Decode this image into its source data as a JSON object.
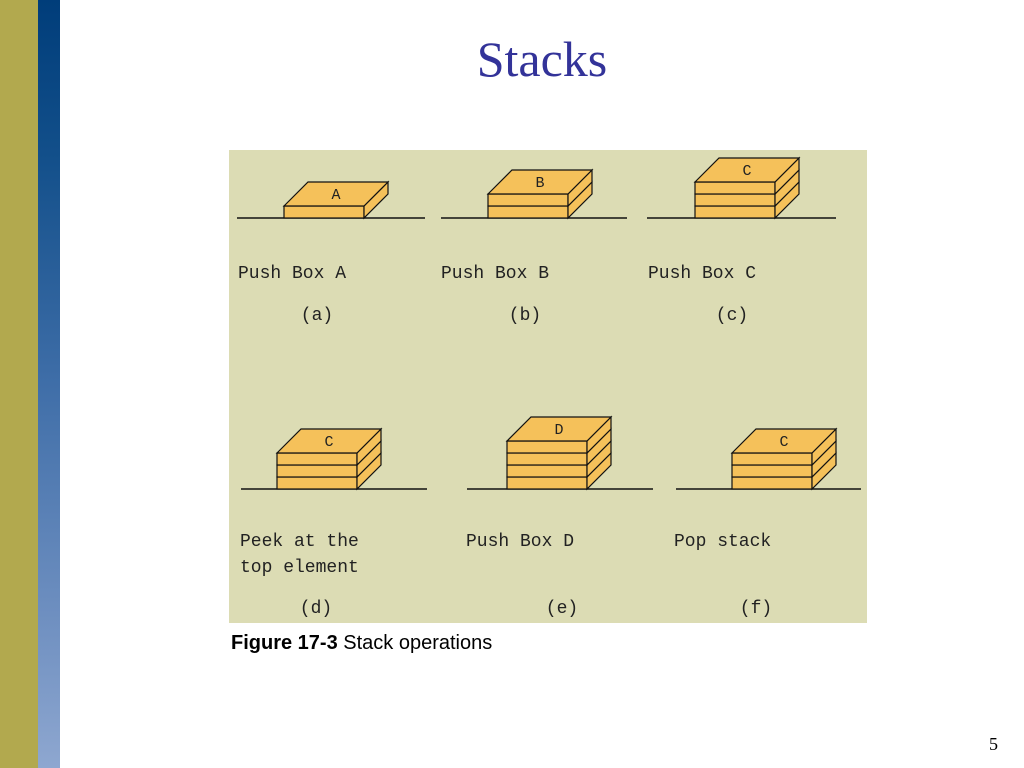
{
  "slide": {
    "title": "Stacks",
    "page_number": "5",
    "colors": {
      "title": "#333399",
      "box_fill": "#f5c15a",
      "figure_bg": "#dcdcb4",
      "olive": "#b2a94e",
      "blue": "#1a4f8f"
    }
  },
  "figure": {
    "caption_bold": "Figure 17-3",
    "caption_text": " Stack operations",
    "panels": [
      {
        "tag": "(a)",
        "caption": [
          "Push Box A"
        ],
        "top_label": "A",
        "boxes": 1
      },
      {
        "tag": "(b)",
        "caption": [
          "Push Box B"
        ],
        "top_label": "B",
        "boxes": 2
      },
      {
        "tag": "(c)",
        "caption": [
          "Push Box C"
        ],
        "top_label": "C",
        "boxes": 3
      },
      {
        "tag": "(d)",
        "caption": [
          "Peek at the",
          "top element"
        ],
        "top_label": "C",
        "boxes": 3
      },
      {
        "tag": "(e)",
        "caption": [
          "Push Box D"
        ],
        "top_label": "D",
        "boxes": 4
      },
      {
        "tag": "(f)",
        "caption": [
          "Pop stack"
        ],
        "top_label": "C",
        "boxes": 3
      }
    ]
  }
}
